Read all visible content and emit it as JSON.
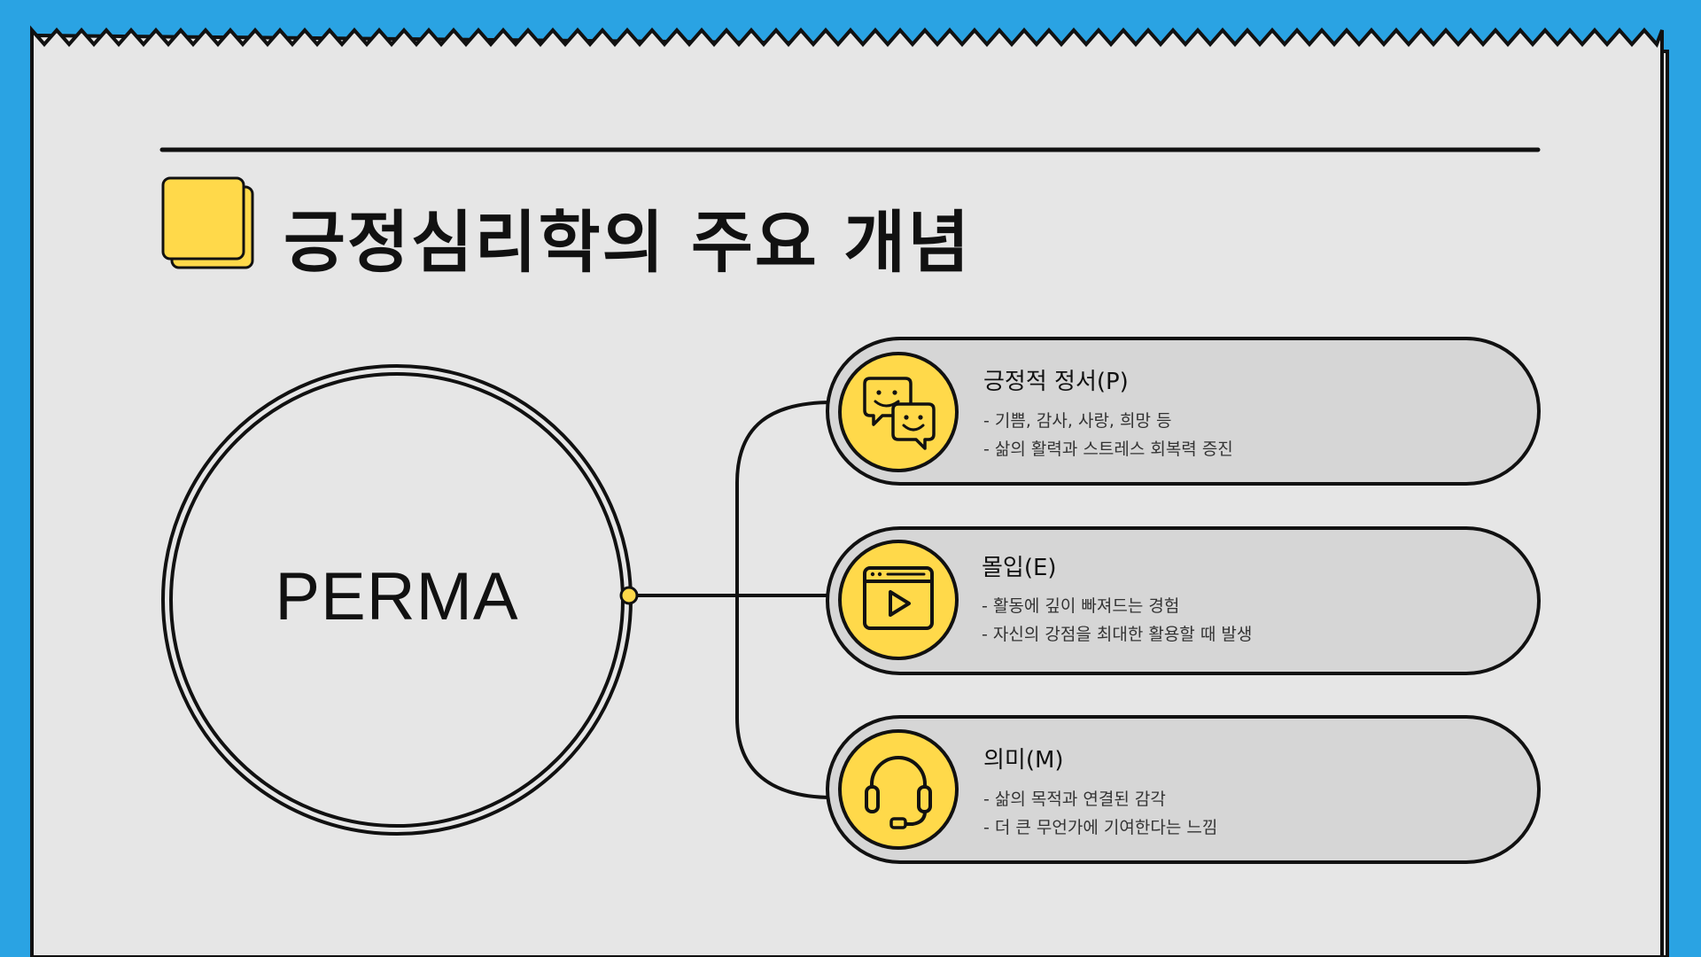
{
  "colors": {
    "background": "#2aa3e3",
    "paper": "#e6e6e6",
    "pill": "#d6d6d6",
    "accent_yellow": "#ffd94a",
    "ink": "#111111"
  },
  "slide": {
    "title": "긍정심리학의 주요 개념",
    "center_label": "PERMA"
  },
  "items": [
    {
      "title": "긍정적 정서(P)",
      "icon": "chat-faces-icon",
      "lines": [
        "- 기쁨, 감사, 사랑, 희망 등",
        "- 삶의 활력과 스트레스 회복력 증진"
      ]
    },
    {
      "title": "몰입(E)",
      "icon": "video-player-icon",
      "lines": [
        "- 활동에 깊이 빠져드는 경험",
        "- 자신의 강점을 최대한 활용할 때 발생"
      ]
    },
    {
      "title": "의미(M)",
      "icon": "headphones-icon",
      "lines": [
        "- 삶의 목적과 연결된 감각",
        "- 더 큰 무언가에 기여한다는 느낌"
      ]
    }
  ]
}
